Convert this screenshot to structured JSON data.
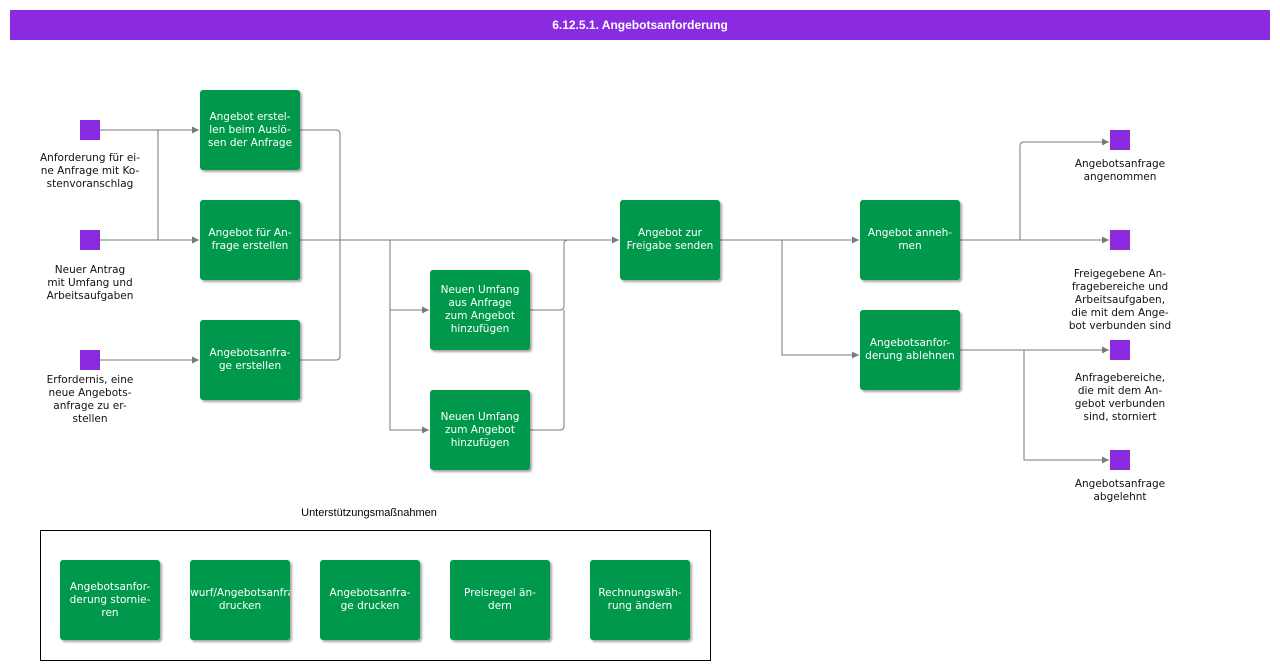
{
  "title": "6.12.5.1. Angebotsanforderung",
  "colors": {
    "header": "#8a2be2",
    "process": "#00994c",
    "terminal": "#8a2be2",
    "connector": "#7a7a7a"
  },
  "inputs": [
    {
      "label": "Anforderung für ei-\nne Anfrage mit Ko-\nstenvoranschlag"
    },
    {
      "label": "Neuer Antrag\nmit Umfang und\nArbeitsaufgaben"
    },
    {
      "label": "Erfordernis, eine\nneue Angebots-\nanfrage zu er-\nstellen"
    }
  ],
  "processes": {
    "create_on_trigger": "Angebot erstel-\nlen beim Auslö-\nsen der Anfrage",
    "create_for_request": "Angebot für An-\nfrage erstellen",
    "create_rfq": "Angebotsanfra-\nge erstellen",
    "add_scope_from_request": "Neuen Umfang\naus Anfrage\nzum Angebot\nhinzufügen",
    "add_scope": "Neuen Umfang\nzum Angebot\nhinzufügen",
    "send_for_approval": "Angebot zur\nFreigabe senden",
    "accept": "Angebot anneh-\nmen",
    "reject": "Angebotsanfor-\nderung ablehnen"
  },
  "outputs": [
    {
      "label": "Angebotsanfrage\nangenommen"
    },
    {
      "label": "Freigegebene An-\nfragebereiche und\nArbeitsaufgaben,\ndie mit dem Ange-\nbot verbunden sind"
    },
    {
      "label": "Anfragebereiche,\ndie mit dem An-\ngebot verbunden\nsind, storniert"
    },
    {
      "label": "Angebotsanfrage\nabgelehnt"
    }
  ],
  "support": {
    "title": "Unterstützungsmaßnahmen",
    "actions": [
      "Angebotsanfor-\nderung stornie-\nren",
      "Entwurf/Angebotsanfrage\ndrucken",
      "Angebotsanfra-\nge drucken",
      "Preisregel än-\ndern",
      "Rechnungswäh-\nrung ändern"
    ]
  }
}
